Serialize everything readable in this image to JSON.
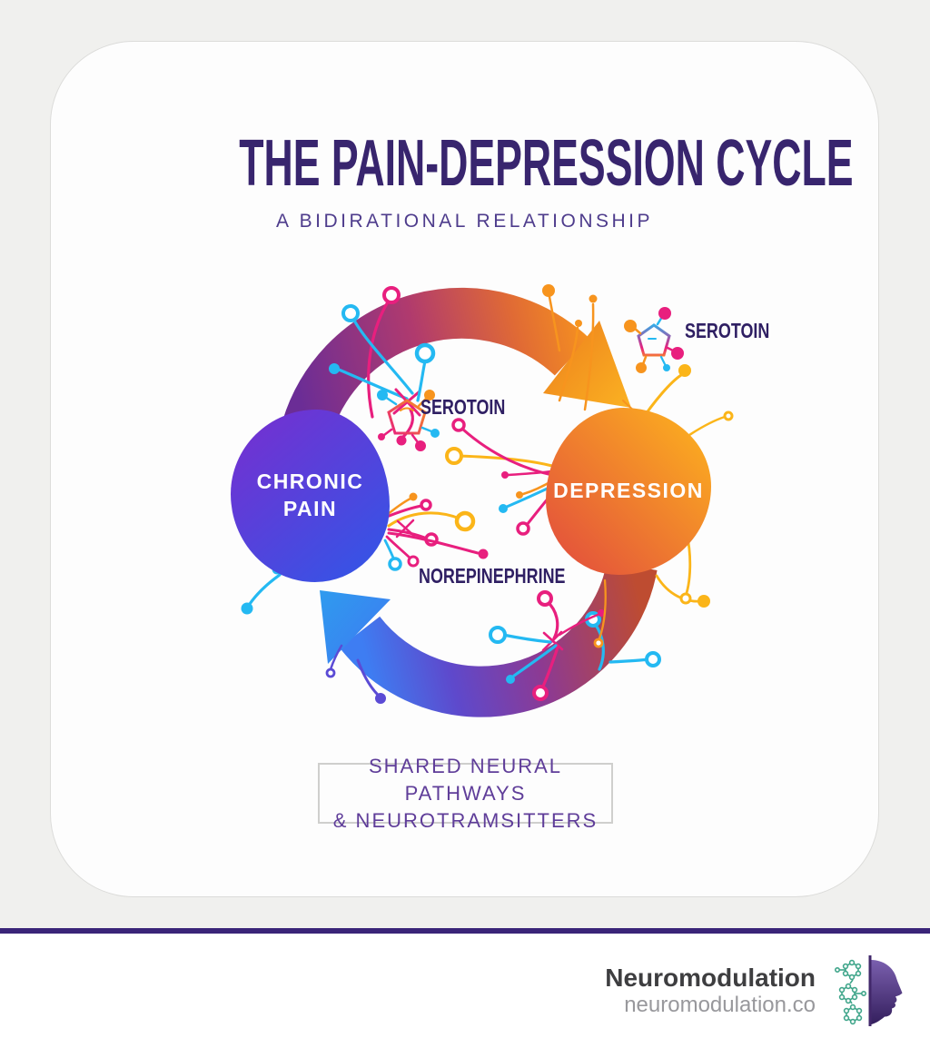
{
  "title": "THE PAIN-DEPRESSION CYCLE",
  "subtitle": "A BIDIRATIONAL RELATIONSHIP",
  "diagram": {
    "left_node": "CHRONIC PAIN",
    "right_node": "DEPRESSION",
    "labels": {
      "serotonin_inner": "SEROTOIN",
      "serotonin_outer": "SEROTOIN",
      "norepinephrine": "NOREPINEPHRINE"
    }
  },
  "callout": {
    "line1": "SHARED NEURAL PATHWAYS",
    "line2": "& NEUROTRAMSITTERS"
  },
  "footer": {
    "brand": "Neuromodulation",
    "domain": "neuromodulation.co"
  },
  "colors": {
    "page_bg": "#F0F0EE",
    "title": "#38256E",
    "subtitle": "#4E3C8C",
    "label": "#2F1F63",
    "callout_text": "#5F3D99",
    "divider": "#3A2478",
    "brand_text": "#3E3E40",
    "domain_text": "#98989C",
    "pain_gradient_start": "#7331D1",
    "pain_gradient_end": "#3554E6",
    "depression_gradient_start": "#E4543B",
    "depression_gradient_end": "#FBAB20",
    "arrow_purple": "#6B2D96",
    "arrow_magenta": "#B03A6E",
    "arrow_orange": "#F7941E",
    "arrow_blue": "#3E7DF2",
    "neuron_cyan": "#24B9F2",
    "neuron_magenta": "#E81F7E",
    "neuron_orange": "#F7941E",
    "neuron_yellow": "#FBB519",
    "neuron_indigo": "#5B4BD5",
    "logo_teal": "#3FA58A",
    "logo_purple": "#42286B"
  }
}
